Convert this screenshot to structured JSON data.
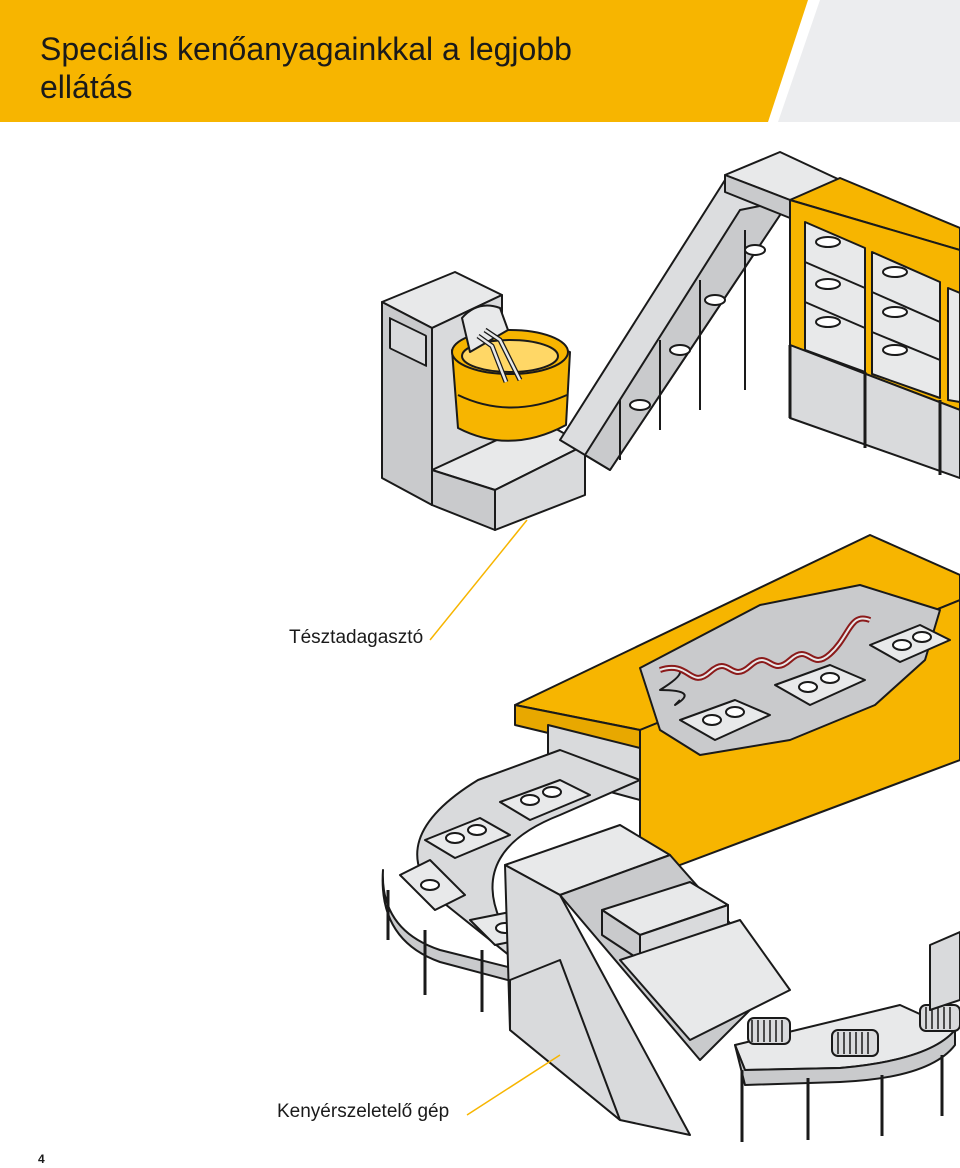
{
  "header": {
    "title_line1": "Speciális kenőanyagainkkal a legjobb",
    "title_line2": "ellátás",
    "accent_color": "#F7B500",
    "secondary_color": "#ECEDEF"
  },
  "callouts": {
    "proofer_label": "Tésztadagasztó",
    "slicer_label": "Kenyérszeletelő gép"
  },
  "page": {
    "number": "4"
  }
}
